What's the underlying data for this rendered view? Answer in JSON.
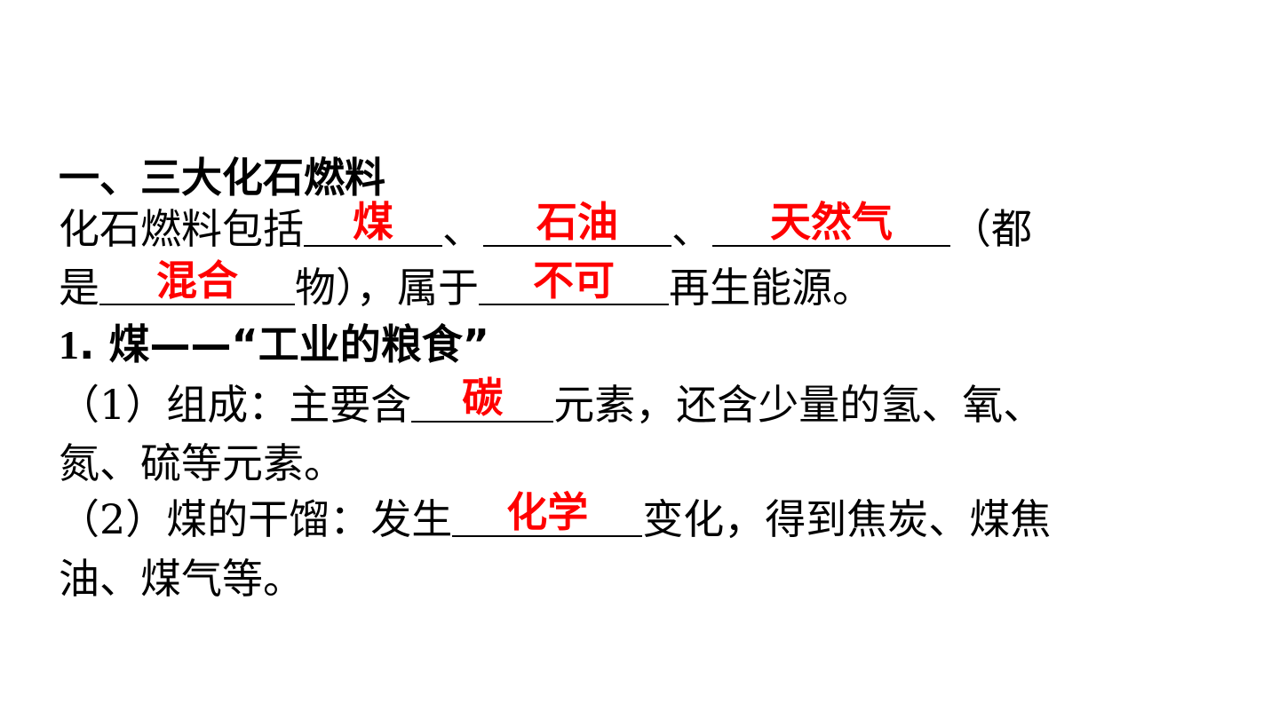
{
  "heading": "一、三大化石燃料",
  "intro": {
    "p1": "化石燃料包括",
    "a1": "煤",
    "sep1": "、",
    "a2": "石油",
    "sep2": "、",
    "a3": "天然气",
    "p2": "（都",
    "p3": "是",
    "a4": "混合",
    "p4": "物），属于",
    "a5": "不可",
    "p5": "再生能源。"
  },
  "section1": {
    "num": "1",
    "title": ". 煤——“工业的粮食”"
  },
  "item1": {
    "p1": "（1）组成：主要含",
    "a1": "碳",
    "p2": "元素，还含少量的氢、氧、",
    "p3": "氮、硫等元素。"
  },
  "item2": {
    "p1": "（2）煤的干馏：发生",
    "a1": "化学",
    "p2": "变化，得到焦炭、煤焦",
    "p3": "油、煤气等。"
  },
  "colors": {
    "answer": "#ff0000",
    "text": "#000000"
  }
}
